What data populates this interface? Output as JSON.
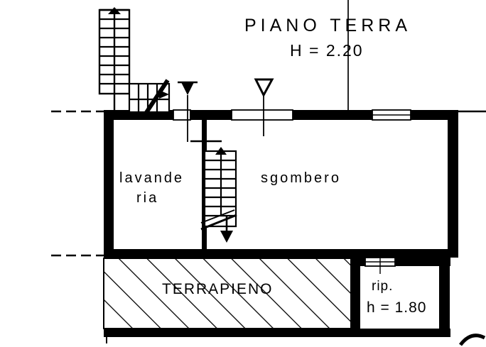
{
  "drawing": {
    "kind": "architectural-floor-plan",
    "title": "PIANO TERRA",
    "height_note": "H = 2.20",
    "ink_color": "#000000",
    "paper_color": "#ffffff"
  },
  "rooms": [
    {
      "id": "lavanderia",
      "label_line_1": "lavande",
      "label_line_2": "ria",
      "full_name": "lavanderia"
    },
    {
      "id": "sgombero",
      "label": "sgombero"
    },
    {
      "id": "ripostiglio",
      "label": "rip.",
      "height_note": "h = 1.80"
    }
  ],
  "areas": [
    {
      "id": "terrapieno",
      "label": "TERRAPIENO",
      "fill": "diagonal-hatch"
    }
  ],
  "elements": {
    "stair_outer": "L-shaped exterior staircase with treads and break line",
    "stair_inner": "interior straight staircase with down arrow",
    "windows": "wall openings shown as double parallel lines",
    "axis_lines": "dash-dot reference axes left and top-right"
  }
}
